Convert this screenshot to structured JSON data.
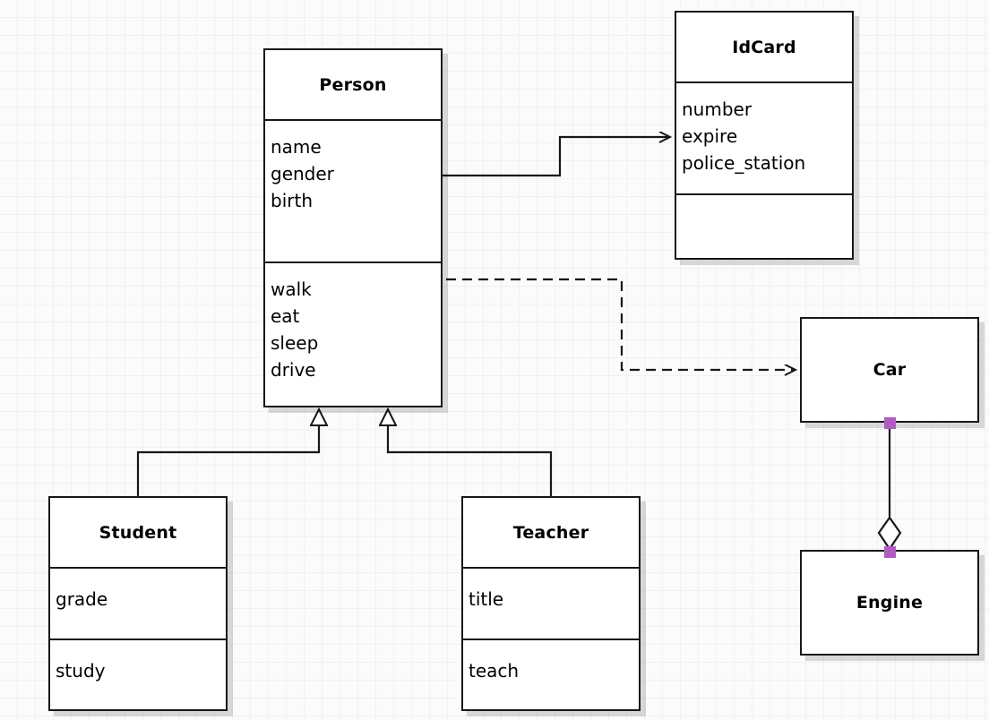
{
  "diagram": {
    "kind": "uml-class-diagram",
    "background_color": "#fbfbfb",
    "grid_color": "#f1f1f1",
    "line_color": "#17171a",
    "selection_handle_color": "#b05cc0",
    "shadow_color": "#d6d6d6"
  },
  "classes": {
    "person": {
      "name": "Person",
      "attributes": [
        "name",
        "gender",
        "birth"
      ],
      "operations": [
        "walk",
        "eat",
        "sleep",
        "drive"
      ]
    },
    "idcard": {
      "name": "IdCard",
      "attributes": [
        "number",
        "expire",
        "police_station"
      ],
      "operations": []
    },
    "car": {
      "name": "Car"
    },
    "engine": {
      "name": "Engine"
    },
    "student": {
      "name": "Student",
      "attributes": [
        "grade"
      ],
      "operations": [
        "study"
      ]
    },
    "teacher": {
      "name": "Teacher",
      "attributes": [
        "title"
      ],
      "operations": [
        "teach"
      ]
    }
  },
  "relationships": [
    {
      "id": "person-idcard",
      "type": "association",
      "source": "Person",
      "target": "IdCard",
      "line_style": "solid",
      "arrow": "open-arrow"
    },
    {
      "id": "person-car",
      "type": "dependency",
      "source": "Person",
      "target": "Car",
      "line_style": "dashed",
      "arrow": "open-arrow"
    },
    {
      "id": "student-person",
      "type": "generalization",
      "source": "Student",
      "target": "Person",
      "line_style": "solid",
      "arrow": "hollow-triangle"
    },
    {
      "id": "teacher-person",
      "type": "generalization",
      "source": "Teacher",
      "target": "Person",
      "line_style": "solid",
      "arrow": "hollow-triangle"
    },
    {
      "id": "car-engine",
      "type": "aggregation",
      "source": "Car",
      "target": "Engine",
      "line_style": "solid",
      "arrow": "hollow-diamond",
      "selected": true
    }
  ]
}
